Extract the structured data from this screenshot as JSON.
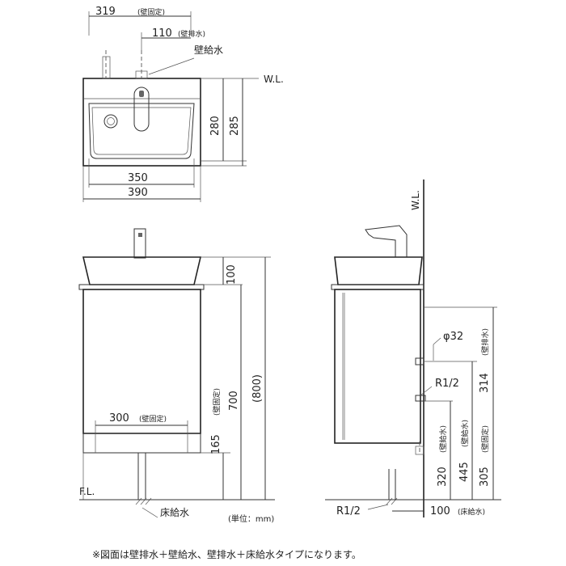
{
  "top_view": {
    "dim_319": "319",
    "dim_319_note": "(壁固定)",
    "dim_110": "110",
    "dim_110_note": "(壁排水)",
    "wall_supply": "壁給水",
    "wl": "W.L.",
    "dim_280": "280",
    "dim_285": "285",
    "dim_350": "350",
    "dim_390": "390"
  },
  "front_view": {
    "dim_100": "100",
    "dim_700": "700",
    "dim_800": "(800)",
    "dim_165": "165",
    "dim_165_note": "(壁固定)",
    "dim_300": "300",
    "dim_300_note": "(壁固定)",
    "fl": "F.L.",
    "floor_supply": "床給水",
    "unit": "(単位：mm)"
  },
  "side_view": {
    "wl": "W.L.",
    "phi32": "φ32",
    "r12_upper": "R1/2",
    "r12_lower": "R1/2",
    "dim_314": "314",
    "dim_314_note": "(壁排水)",
    "dim_445": "445",
    "dim_445_note": "(壁給水)",
    "dim_320": "320",
    "dim_320_note": "(壁給水)",
    "dim_305": "305",
    "dim_305_note": "(壁固定)",
    "dim_100": "100",
    "dim_100_note": "(床給水)"
  },
  "footnote": "※図面は壁排水＋壁給水、壁排水＋床給水タイプになります。"
}
